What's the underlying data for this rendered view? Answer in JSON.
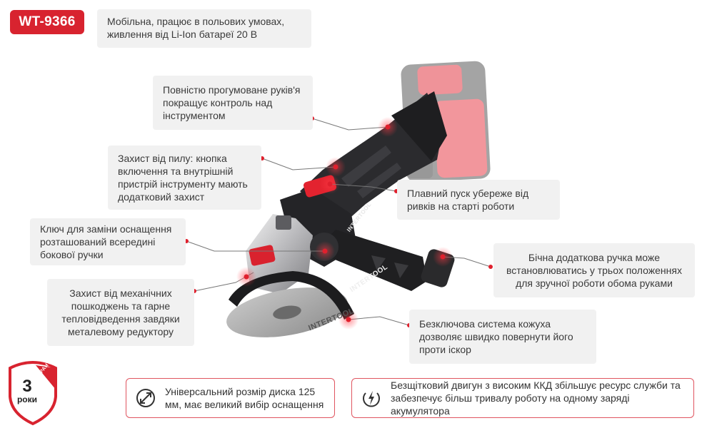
{
  "model": "WT-9366",
  "callouts": {
    "battery": "Мобільна, працює в польових умовах, живлення від Li-Ion батареї 20 В",
    "grip": "Повністю прогумоване руків'я покращує контроль над інструментом",
    "protection": "Захист від пилу: кнопка включення та внутрішній пристрій інструменту мають додатковий захист",
    "soft_start": "Плавний пуск убереже від ривків на старті роботи",
    "key": "Ключ для заміни оснащення розташований всередині бокової ручки",
    "side_handle": "Бічна додаткова ручка може встановлюватись у трьох положеннях для зручної роботи обома руками",
    "gearbox": "Захист від механічних пошкоджень та гарне тепловідведення завдяки металевому редуктору",
    "guard": "Безключова система кожуха дозволяє швидко повернути його проти іскор"
  },
  "features": {
    "disc": "Універсальний розмір диска 125 мм, має великий вибір оснащення",
    "motor": "Безщітковий двигун з високим ККД збільшує ресурс служби та забезпечує більш тривалу роботу на одному заряді акумулятора"
  },
  "warranty": {
    "number": "3",
    "unit": "роки",
    "tag": "ГАРАНТІЯ"
  },
  "product_brand": "INTERTOOL",
  "icons": {
    "disc_feature": "diameter-icon",
    "motor_feature": "brushless-motor-icon"
  },
  "colors": {
    "accent": "#d8232f",
    "callout_bg": "#f1f1f1",
    "marker": "#e0202d",
    "tool_body": "#2b2b2e"
  }
}
